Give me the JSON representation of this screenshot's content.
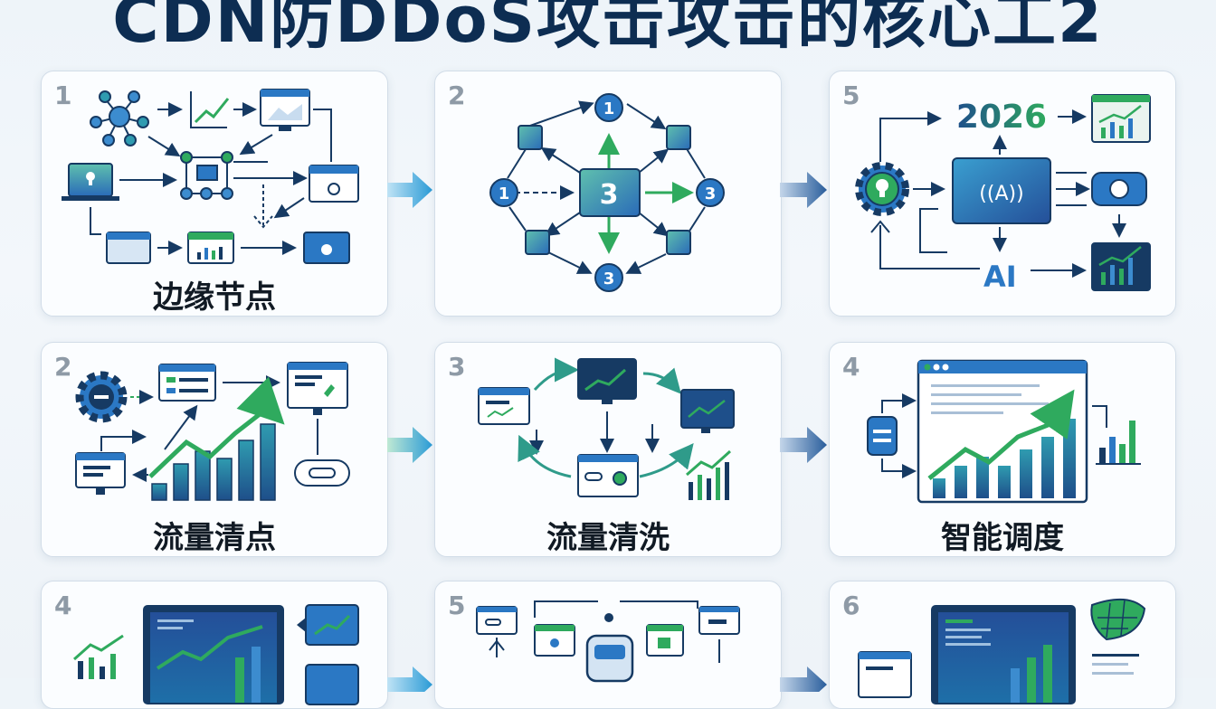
{
  "title": "CDN防DDoS攻击攻击的核心工2",
  "cards": [
    {
      "num": "1",
      "label": "边缘节点"
    },
    {
      "num": "2",
      "label": ""
    },
    {
      "num": "5",
      "label": ""
    },
    {
      "num": "2",
      "label": "流量清点"
    },
    {
      "num": "3",
      "label": "流量清洗"
    },
    {
      "num": "4",
      "label": "智能调度"
    },
    {
      "num": "4",
      "label": ""
    },
    {
      "num": "5",
      "label": ""
    },
    {
      "num": "6",
      "label": ""
    }
  ],
  "diagram2": {
    "center": "3",
    "top": "1",
    "left": "1",
    "right": "3",
    "bottom": "3"
  },
  "diagram5": {
    "year": "2026",
    "chip": "((A))",
    "ai": "AI"
  },
  "colors": {
    "navy": "#163a63",
    "blue": "#2b78c4",
    "green": "#2faa5e",
    "teal": "#2f9bb0",
    "arrow": "#3b8fd6"
  }
}
